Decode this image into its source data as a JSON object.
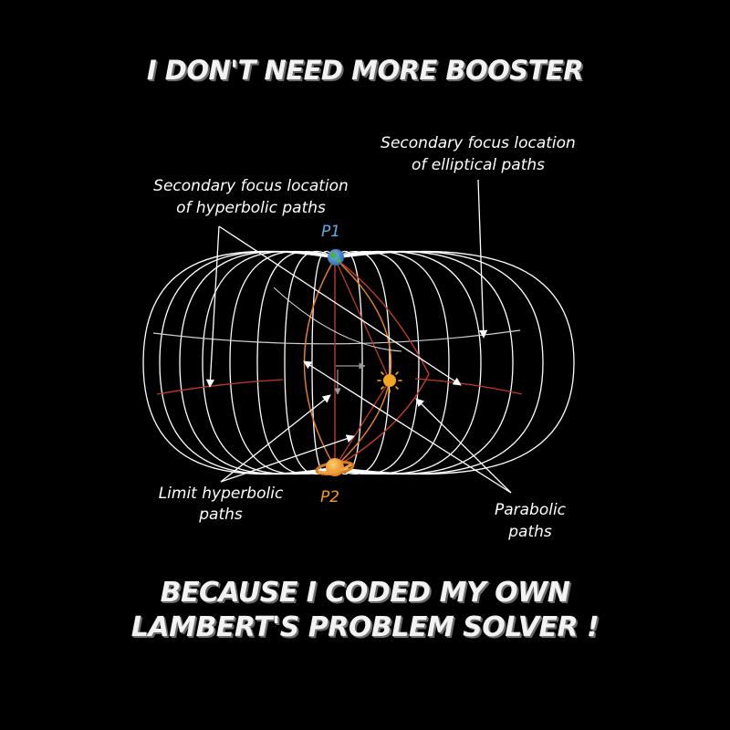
{
  "header": {
    "title": "I DON'T NEED MORE BOOSTER"
  },
  "footer": {
    "line1": "BECAUSE I CODED MY OWN",
    "line2": "LAMBERT'S PROBLEM SOLVER !"
  },
  "diagram": {
    "points": {
      "p1": "P1",
      "p2": "P2"
    },
    "labels": {
      "elliptical_focus_1": "Secondary focus location",
      "elliptical_focus_2": "of elliptical paths",
      "hyperbolic_focus_1": "Secondary focus location",
      "hyperbolic_focus_2": "of hyperbolic paths",
      "limit_hyperbolic_1": "Limit hyperbolic",
      "limit_hyperbolic_2": "paths",
      "parabolic_1": "Parabolic",
      "parabolic_2": "paths"
    },
    "icons": [
      "earth-icon",
      "sun-icon",
      "saturn-icon"
    ],
    "colors": {
      "background": "#000000",
      "orbit_lines": "#ffffff",
      "hyperbolic_limit": "#c0392b",
      "orange_paths": "#e67e22",
      "p1_label": "#5dade2",
      "p2_label": "#f39c12",
      "sun": "#f5a623"
    }
  }
}
